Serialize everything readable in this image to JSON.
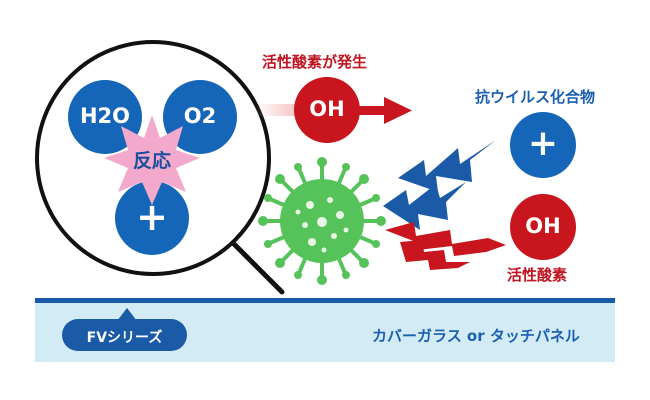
{
  "molecules": {
    "h2o": "H2O",
    "o2": "O2",
    "plus": "+",
    "reaction": "反応"
  },
  "labels": {
    "active_oxygen_generated": "活性酸素が発生",
    "antiviral_compound": "抗ウイルス化合物",
    "active_oxygen": "活性酸素",
    "oh": "OH",
    "plus": "+"
  },
  "product": {
    "series_badge": "FVシリーズ",
    "surface": "カバーガラス or タッチパネル"
  },
  "colors": {
    "blue": "#1566b8",
    "red": "#c8151e",
    "pink": "#f2a9cc",
    "light_blue": "#d2ebf5",
    "dark_blue": "#1b5aa6",
    "virus_green": "#55c25a",
    "red_text": "#c01420",
    "blue_text": "#1a5fb0"
  }
}
